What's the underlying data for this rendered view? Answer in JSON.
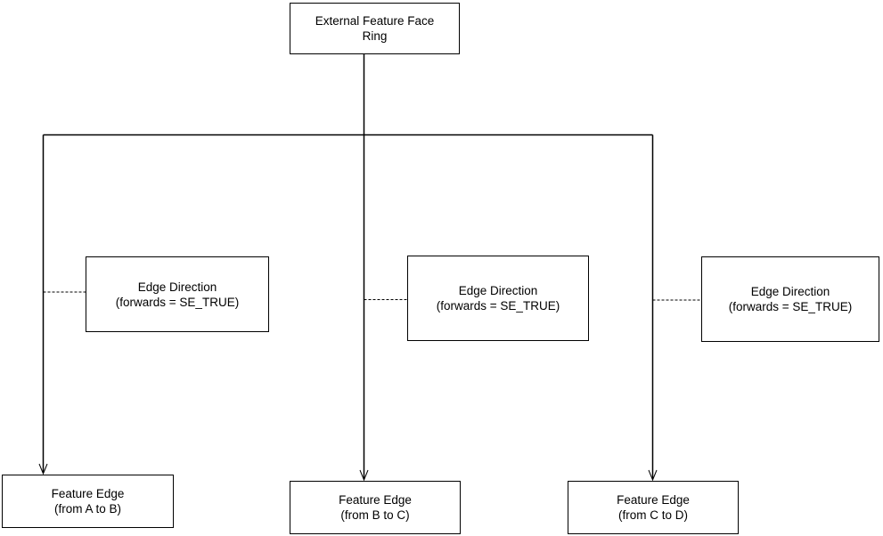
{
  "diagram": {
    "root_node": {
      "line1": "External Feature Face",
      "line2": "Ring"
    },
    "edge_direction_nodes": [
      {
        "line1": "Edge Direction",
        "line2": "(forwards = SE_TRUE)"
      },
      {
        "line1": "Edge Direction",
        "line2": "(forwards = SE_TRUE)"
      },
      {
        "line1": "Edge Direction",
        "line2": "(forwards = SE_TRUE)"
      }
    ],
    "feature_edge_nodes": [
      {
        "line1": "Feature Edge",
        "line2": "(from A to B)"
      },
      {
        "line1": "Feature Edge",
        "line2": "(from B to C)"
      },
      {
        "line1": "Feature Edge",
        "line2": "(from C to D)"
      }
    ],
    "colors": {
      "line": "#000000",
      "background": "#ffffff",
      "box_fill": "#ffffff",
      "text": "#000000"
    }
  }
}
